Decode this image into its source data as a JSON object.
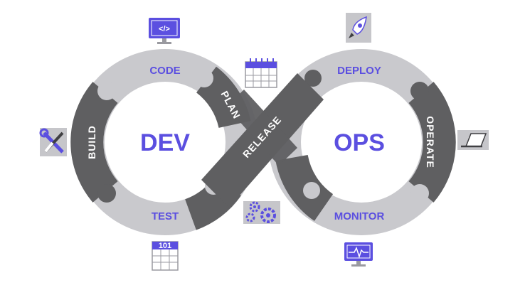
{
  "colors": {
    "accent": "#5b4fe0",
    "dark_segment": "#5f5f61",
    "light_segment": "#c9c9cd",
    "icon_bg": "#c6c6ca",
    "white": "#ffffff"
  },
  "center": {
    "dev_label": "DEV",
    "ops_label": "OPS"
  },
  "stages": {
    "code": "CODE",
    "build": "BUILD",
    "test": "TEST",
    "plan": "PLAN",
    "release": "RELEASE",
    "deploy": "DEPLOY",
    "operate": "OPERATE",
    "monitor": "MONITOR"
  },
  "icons": {
    "code_monitor": {
      "name": "code-monitor-icon",
      "glyph": "</>"
    },
    "tools": {
      "name": "wrench-screwdriver-icon"
    },
    "binary_sheet": {
      "name": "binary-sheet-icon",
      "glyph": "101"
    },
    "calendar": {
      "name": "calendar-icon"
    },
    "gears": {
      "name": "gears-icon"
    },
    "rocket": {
      "name": "rocket-icon"
    },
    "laptop": {
      "name": "laptop-icon"
    },
    "heartbeat_monitor": {
      "name": "heartbeat-monitor-icon"
    }
  }
}
